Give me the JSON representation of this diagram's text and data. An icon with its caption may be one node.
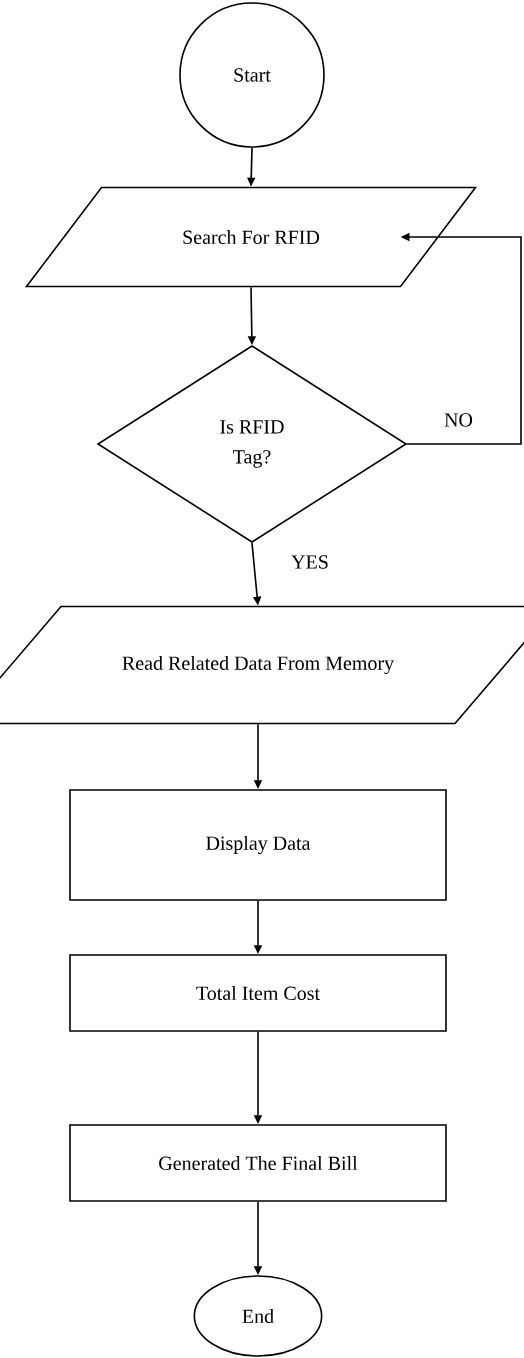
{
  "diagram": {
    "nodes": [
      {
        "text": [
          "Start"
        ]
      },
      {
        "text": [
          "Search For RFID"
        ]
      },
      {
        "text": [
          "Is RFID Tag?"
        ]
      },
      {
        "text": [
          "Read Related Data From Memory"
        ]
      },
      {
        "text": [
          "Display Data"
        ]
      },
      {
        "text": [
          "Total Item Cost"
        ]
      },
      {
        "text": [
          "Generated The Final Bill"
        ]
      },
      {
        "text": [
          "End"
        ]
      }
    ],
    "edges": [
      {
        "from": 0,
        "to": 1,
        "arrow": "to"
      },
      {
        "from": 1,
        "to": 2,
        "arrow": "to"
      },
      {
        "from": 2,
        "to": 3,
        "arrow": "to",
        "label": "YES"
      },
      {
        "from": 3,
        "to": 4,
        "arrow": "to"
      },
      {
        "from": 4,
        "to": 5,
        "arrow": "to"
      },
      {
        "from": 5,
        "to": 6,
        "arrow": "to"
      },
      {
        "from": 6,
        "to": 7,
        "arrow": "to"
      },
      {
        "from": 2,
        "to": 1,
        "arrow": "to",
        "label": "NO"
      }
    ]
  }
}
